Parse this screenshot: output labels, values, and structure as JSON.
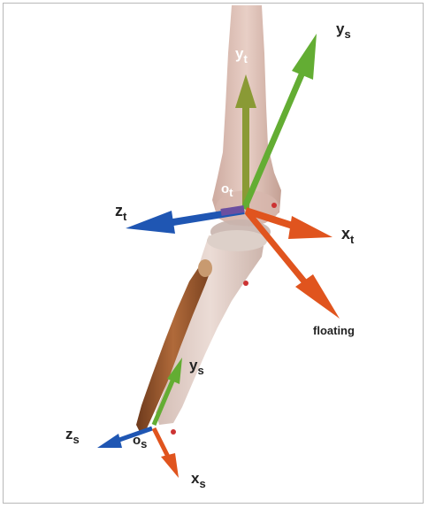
{
  "labels": {
    "y_thigh": {
      "main": "y",
      "sub": "t"
    },
    "origin_thigh": {
      "main": "o",
      "sub": "t"
    },
    "z_thigh": {
      "main": "z",
      "sub": "t"
    },
    "x_thigh": {
      "main": "x",
      "sub": "t"
    },
    "y_shank": {
      "main": "y",
      "sub": "s"
    },
    "floating": "floating",
    "y_shank_lower": {
      "main": "y",
      "sub": "s"
    },
    "z_shank": {
      "main": "z",
      "sub": "s"
    },
    "origin_shank": {
      "main": "o",
      "sub": "s"
    },
    "x_shank": {
      "main": "x",
      "sub": "s"
    }
  },
  "colors": {
    "y_axis": "#6cae3a",
    "y_axis_thigh": "#8a9a35",
    "x_axis": "#e0541e",
    "z_axis": "#1f56b3",
    "floating_axis": "#e0541e",
    "bone": "#d9b8ad",
    "fibula": "#9b5a30"
  }
}
